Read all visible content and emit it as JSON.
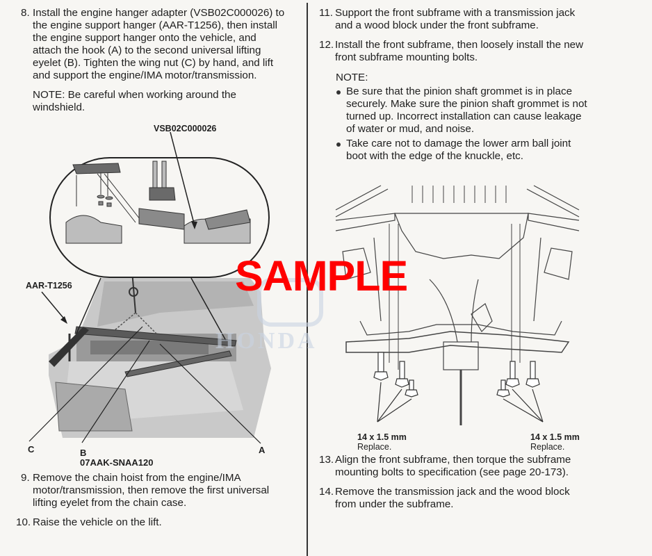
{
  "left_column": {
    "step8": {
      "number": "8.",
      "lines": [
        "Install the engine hanger adapter (VSB02C000026) to",
        "the engine support hanger (AAR-T1256), then install",
        "the engine support hanger onto the vehicle, and",
        "attach the hook (A) to the second universal lifting",
        "eyelet (B). Tighten the wing nut (C) by hand, and lift",
        "and support the engine/IMA motor/transmission."
      ],
      "note_lines": [
        "NOTE: Be careful when working around the",
        "windshield."
      ]
    },
    "figure": {
      "callout_adapter": "VSB02C000026",
      "callout_hanger": "AAR-T1256",
      "label_c": "C",
      "label_b": "B",
      "label_b_part": "07AAK-SNAA120",
      "label_a": "A"
    },
    "step9": {
      "number": "9.",
      "lines": [
        "Remove the chain hoist from the engine/IMA",
        "motor/transmission, then remove the first universal",
        "lifting eyelet from the chain case."
      ]
    },
    "step10": {
      "number": "10.",
      "lines": [
        "Raise the vehicle on the lift."
      ]
    }
  },
  "right_column": {
    "step11": {
      "number": "11.",
      "lines": [
        "Support the front subframe with a transmission jack",
        "and a wood block under the front subframe."
      ]
    },
    "step12": {
      "number": "12.",
      "lines": [
        "Install the front subframe, then loosely install the new",
        "front subframe mounting bolts."
      ],
      "note_label": "NOTE:",
      "bullets": [
        [
          "Be sure that the pinion shaft grommet is in place",
          "securely. Make sure the pinion shaft grommet is not",
          "turned up. Incorrect installation can cause leakage",
          "of water or mud, and noise."
        ],
        [
          "Take care not to damage the lower arm ball joint",
          "boot with the edge of the knuckle, etc."
        ]
      ]
    },
    "figure": {
      "left_spec": "14 x 1.5 mm",
      "left_note": "Replace.",
      "right_spec": "14 x 1.5 mm",
      "right_note": "Replace."
    },
    "step13": {
      "number": "13.",
      "lines": [
        "Align the front subframe, then torque the subframe",
        "mounting bolts to specification (see page 20-173)."
      ]
    },
    "step14": {
      "number": "14.",
      "lines": [
        "Remove the transmission jack and the wood block",
        "from under the subframe."
      ]
    }
  },
  "watermark": {
    "sample_text": "SAMPLE",
    "brand_text": "HONDA",
    "sample_color": "#ff0000"
  }
}
